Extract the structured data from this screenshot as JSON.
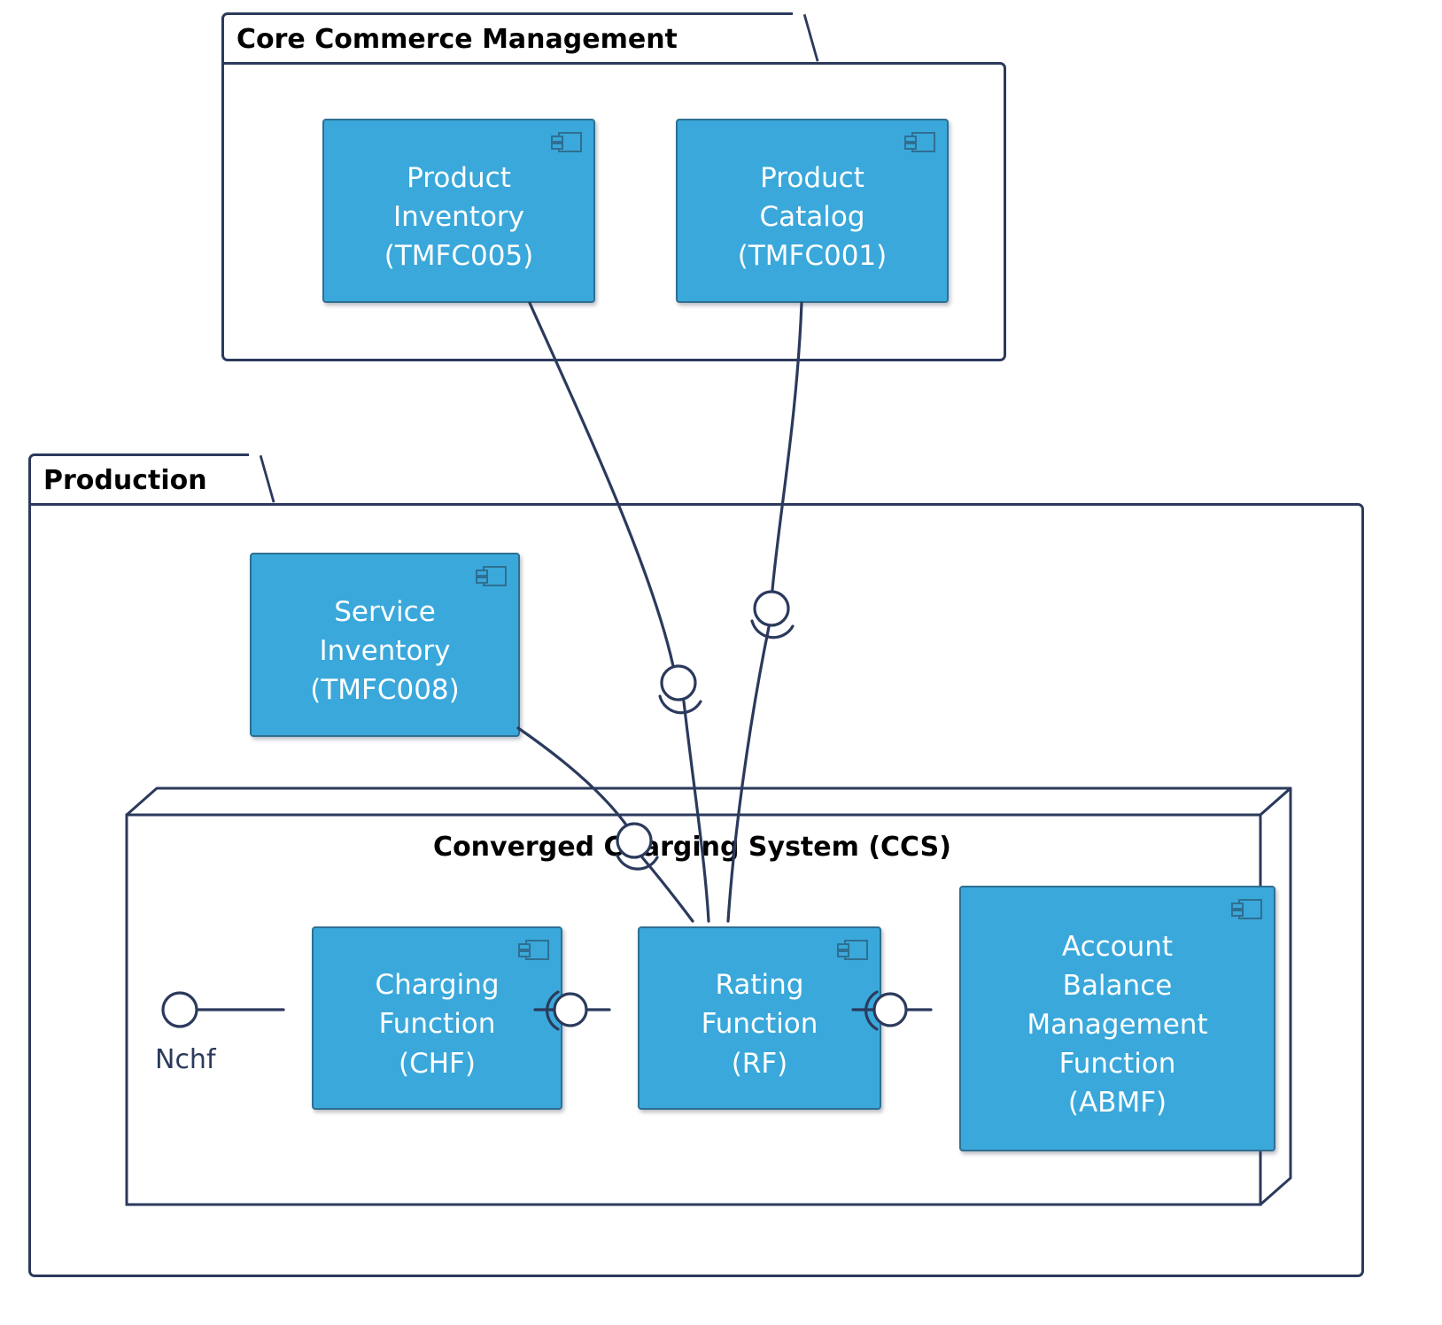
{
  "diagram": {
    "type": "uml-component-diagram",
    "background": "#ffffff",
    "colors": {
      "component_fill": "#3aa8db",
      "component_border": "#2f6f92",
      "line": "#2b3a5c",
      "text_on_component": "#ffffff",
      "title_text": "#000000"
    }
  },
  "packages": [
    {
      "id": "core-commerce-management",
      "title": "Core Commerce Management"
    },
    {
      "id": "production",
      "title": "Production"
    }
  ],
  "nodes": [
    {
      "id": "ccs",
      "title": "Converged Charging System (CCS)"
    }
  ],
  "components": [
    {
      "id": "product-inventory",
      "name": "Product Inventory",
      "code": "(TMFC005)",
      "label": "Product\nInventory\n(TMFC005)",
      "parent": "core-commerce-management",
      "icon": "component-icon"
    },
    {
      "id": "product-catalog",
      "name": "Product Catalog",
      "code": "(TMFC001)",
      "label": "Product\nCatalog\n(TMFC001)",
      "parent": "core-commerce-management",
      "icon": "component-icon"
    },
    {
      "id": "service-inventory",
      "name": "Service Inventory",
      "code": "(TMFC008)",
      "label": "Service\nInventory\n(TMFC008)",
      "parent": "production",
      "icon": "component-icon"
    },
    {
      "id": "charging-function",
      "name": "Charging Function",
      "code": "(CHF)",
      "label": "Charging\nFunction\n(CHF)",
      "parent": "ccs",
      "icon": "component-icon"
    },
    {
      "id": "rating-function",
      "name": "Rating Function",
      "code": "(RF)",
      "label": "Rating\nFunction\n(RF)",
      "parent": "ccs",
      "icon": "component-icon"
    },
    {
      "id": "account-balance-management-function",
      "name": "Account Balance Management Function",
      "code": "(ABMF)",
      "label": "Account\nBalance\nManagement\nFunction\n(ABMF)",
      "parent": "ccs",
      "icon": "component-icon"
    }
  ],
  "interfaces": [
    {
      "id": "nchf",
      "label": "Nchf",
      "kind": "provided-lollipop",
      "attached_to": "charging-function"
    }
  ],
  "connectors": [
    {
      "id": "chf-rf",
      "kind": "assembly-ball-socket",
      "from": "charging-function",
      "to": "rating-function"
    },
    {
      "id": "rf-abmf",
      "kind": "assembly-ball-socket",
      "from": "rating-function",
      "to": "account-balance-management-function"
    },
    {
      "id": "product-inventory-rf",
      "kind": "assembly-ball-socket",
      "from": "product-inventory",
      "to": "rating-function"
    },
    {
      "id": "product-catalog-rf",
      "kind": "assembly-ball-socket",
      "from": "product-catalog",
      "to": "rating-function"
    },
    {
      "id": "service-inventory-rf",
      "kind": "assembly-ball-socket",
      "from": "service-inventory",
      "to": "rating-function"
    }
  ]
}
